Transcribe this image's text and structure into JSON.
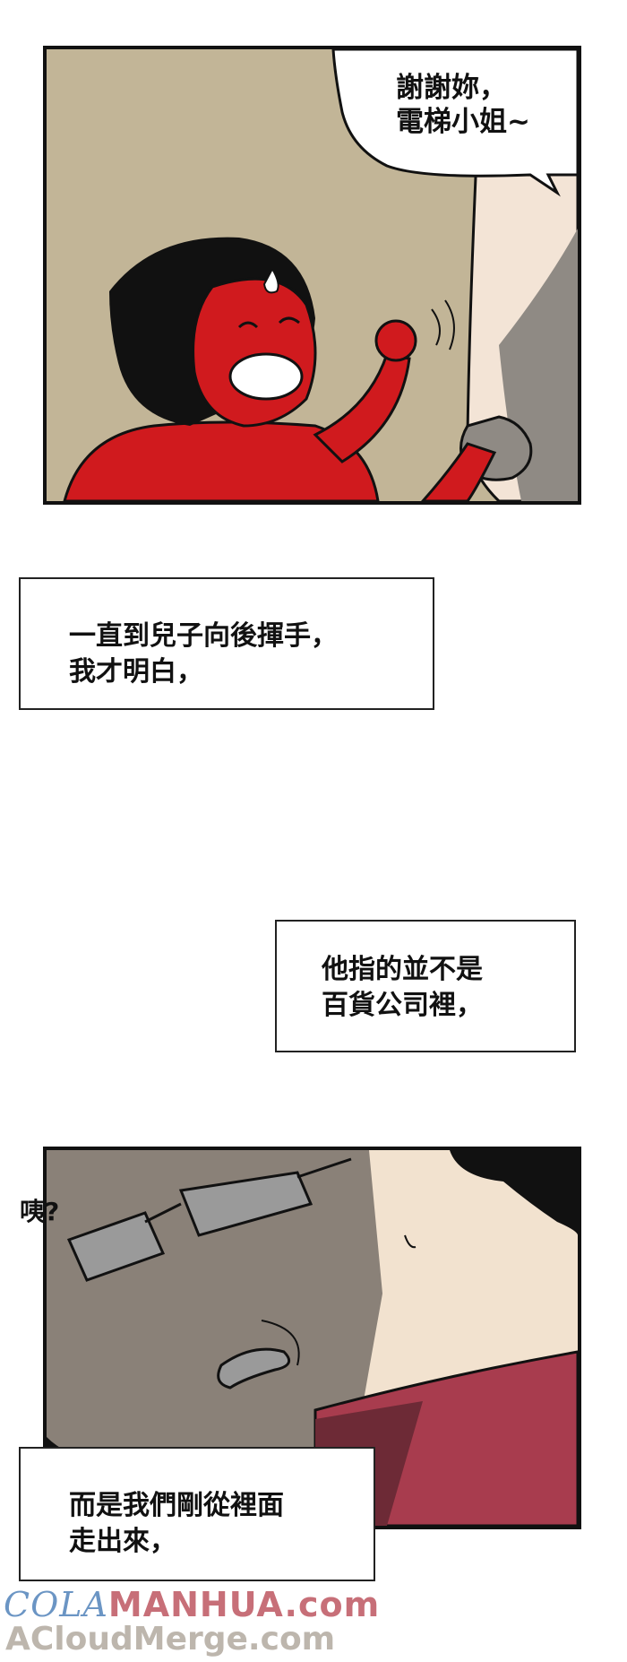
{
  "panel1": {
    "speech": [
      "謝謝妳，",
      "電梯小姐~"
    ]
  },
  "caption1": [
    "一直到兒子向後揮手，",
    "我才明白，"
  ],
  "caption2": [
    "他指的並不是",
    "百貨公司裡，"
  ],
  "panel2": {
    "sfx": "咦?"
  },
  "caption3": [
    "而是我們剛從裡面",
    "走出來，"
  ],
  "watermark": {
    "line1_part1": "COLA",
    "line1_part2": "MANHUA",
    "line1_part3": ".com",
    "line2": "ACloudMerge.com"
  },
  "colors": {
    "wall": "#c2b597",
    "kid_red": "#d01a1e",
    "arm_skin": "#f3e4d6",
    "arm_shadow": "#8f8a84",
    "face_gray": "#8a8178",
    "glasses": "#9a9a9a",
    "light_skin": "#f2e2cf",
    "maroon": "#a83c4e"
  }
}
